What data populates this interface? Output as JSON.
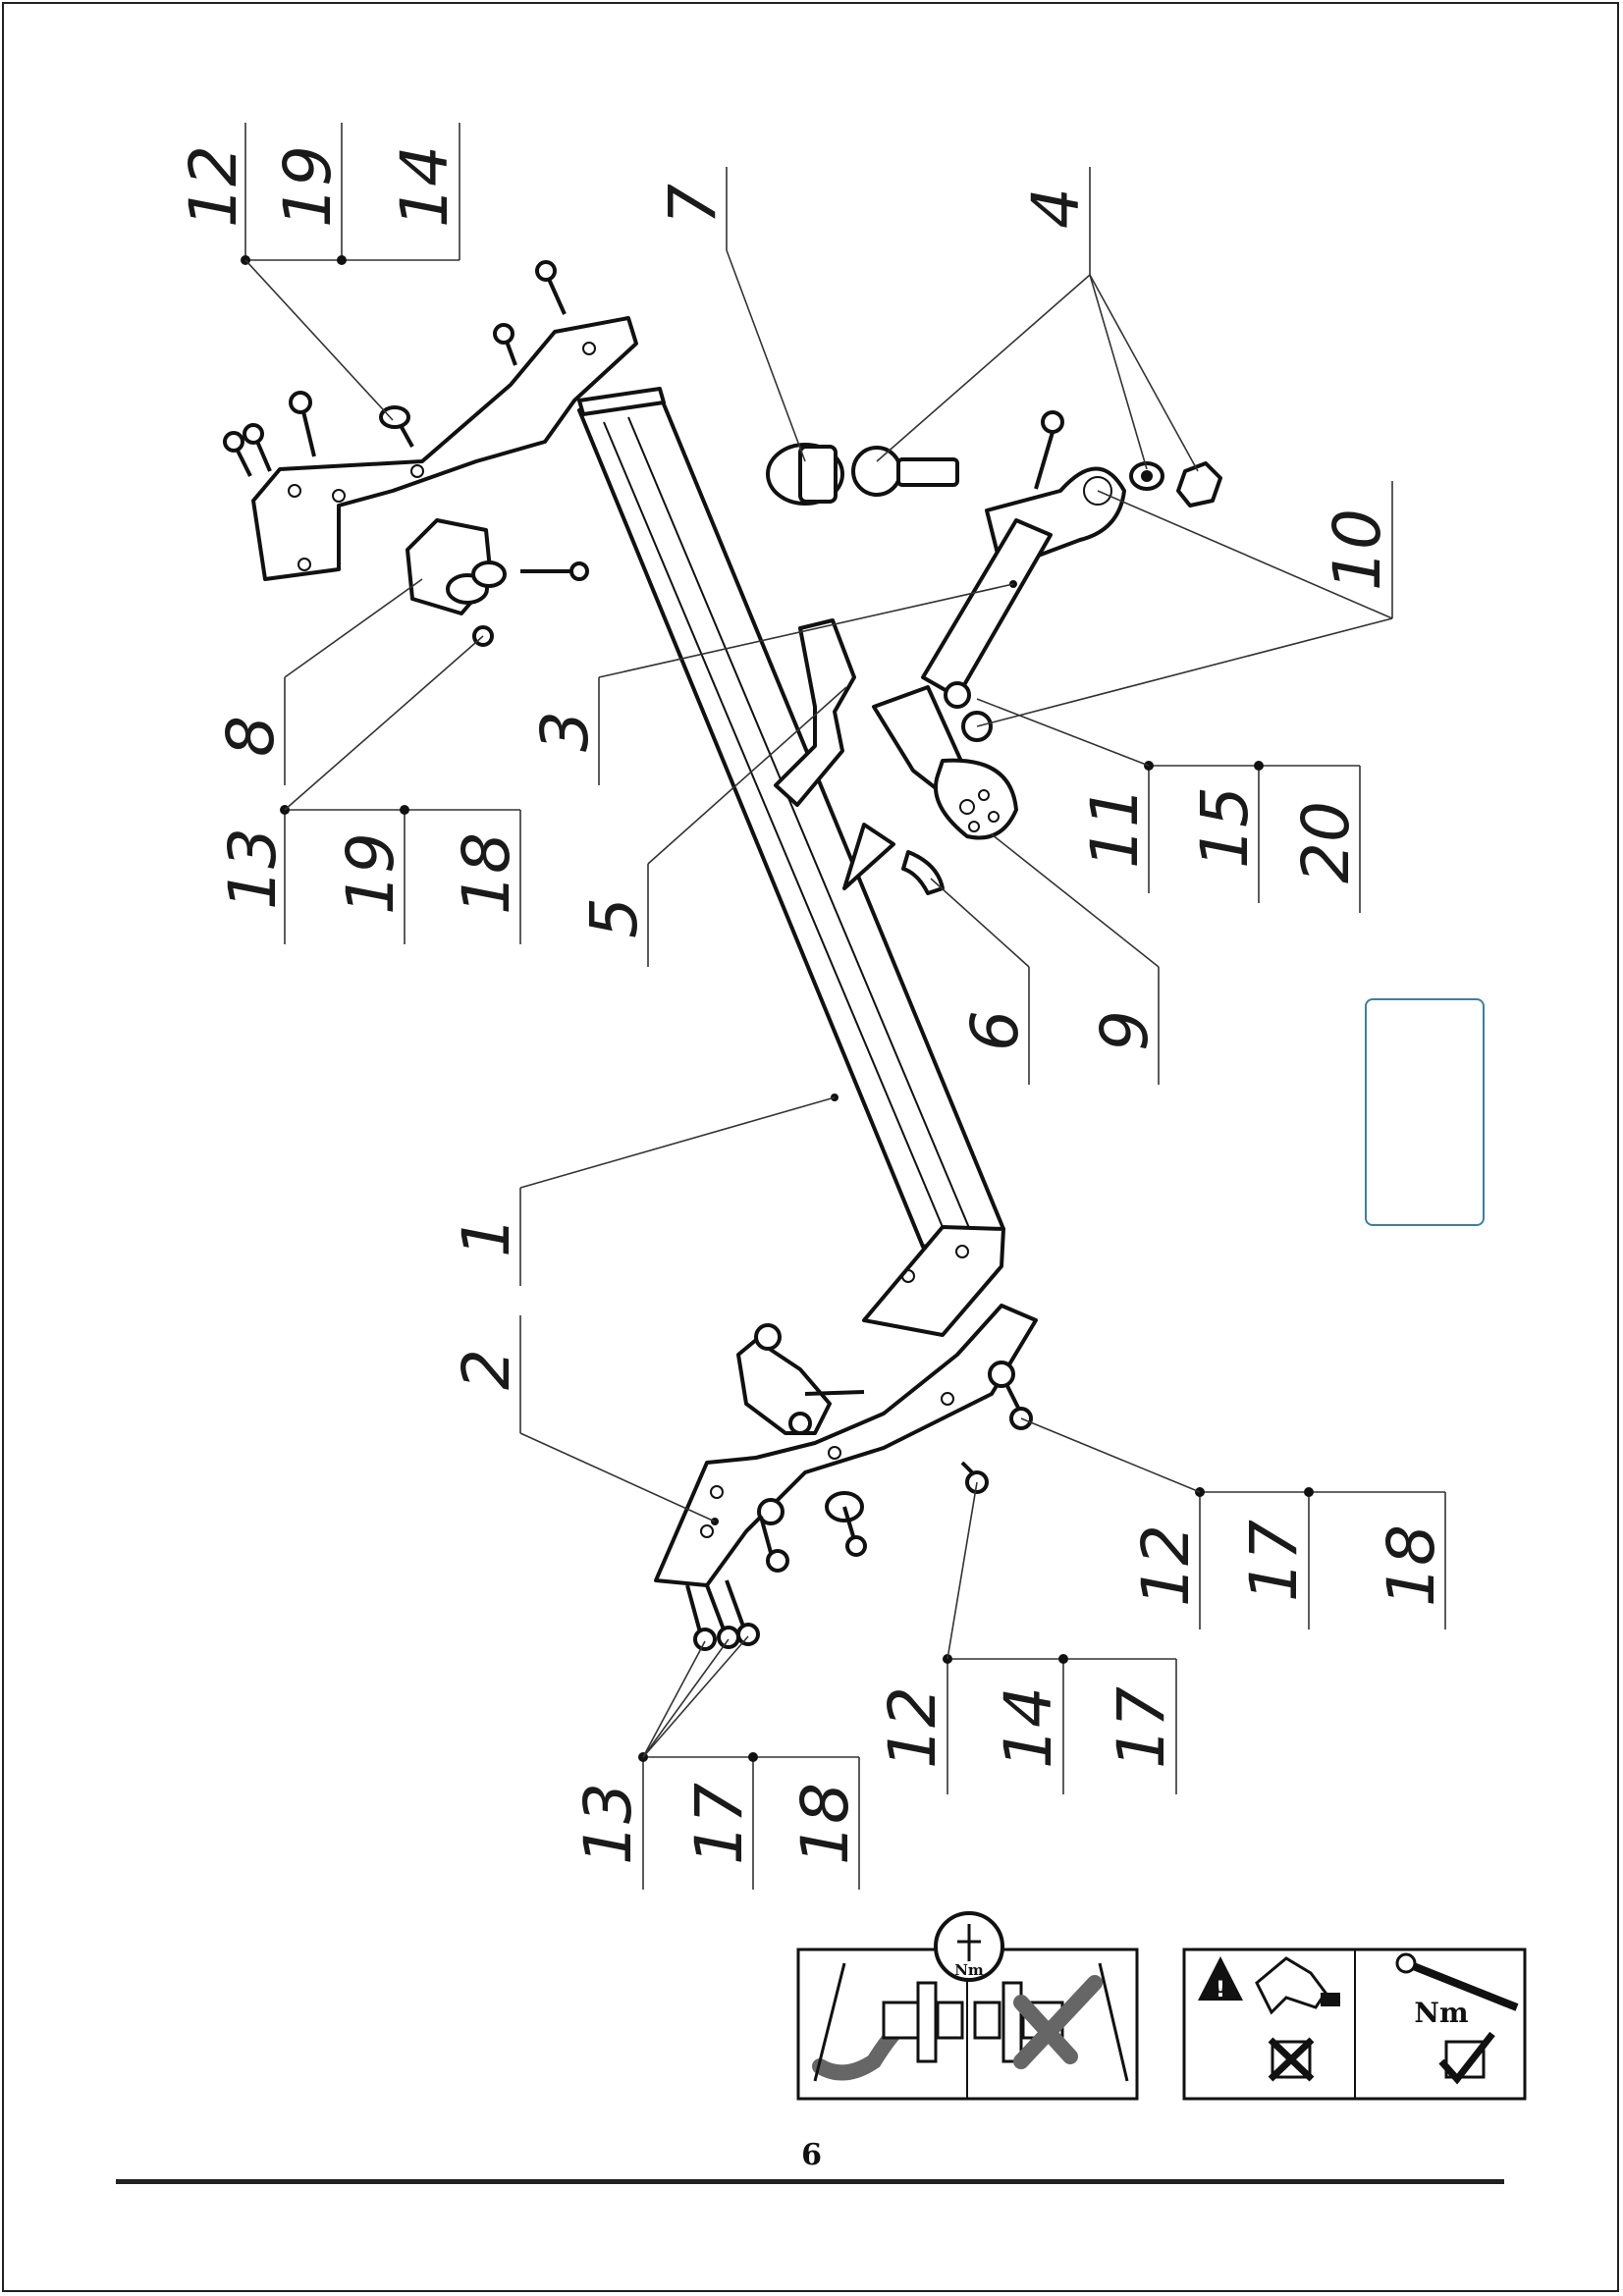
{
  "page_number": "6",
  "callouts": {
    "c1": "12",
    "c2": "19",
    "c3": "14",
    "c4": "7",
    "c5": "4",
    "c6": "8",
    "c7": "3",
    "c8": "10",
    "c9": "13",
    "c10": "19",
    "c11": "18",
    "c12": "5",
    "c13": "11",
    "c14": "15",
    "c15": "20",
    "c16": "6",
    "c17": "9",
    "c18": "1",
    "c19": "2",
    "c20": "12",
    "c21": "17",
    "c22": "18",
    "c23": "12",
    "c24": "14",
    "c25": "17",
    "c26": "13",
    "c27": "17",
    "c28": "18"
  },
  "torque_icon_text": "Nm",
  "torque_wrench_text": "Nm",
  "icons": [
    "torque-icon",
    "wrench-check-icon",
    "wrench-cross-icon",
    "warning-icon",
    "impact-wrench-icon",
    "cross-box-icon",
    "torque-wrench-icon",
    "check-box-icon"
  ]
}
